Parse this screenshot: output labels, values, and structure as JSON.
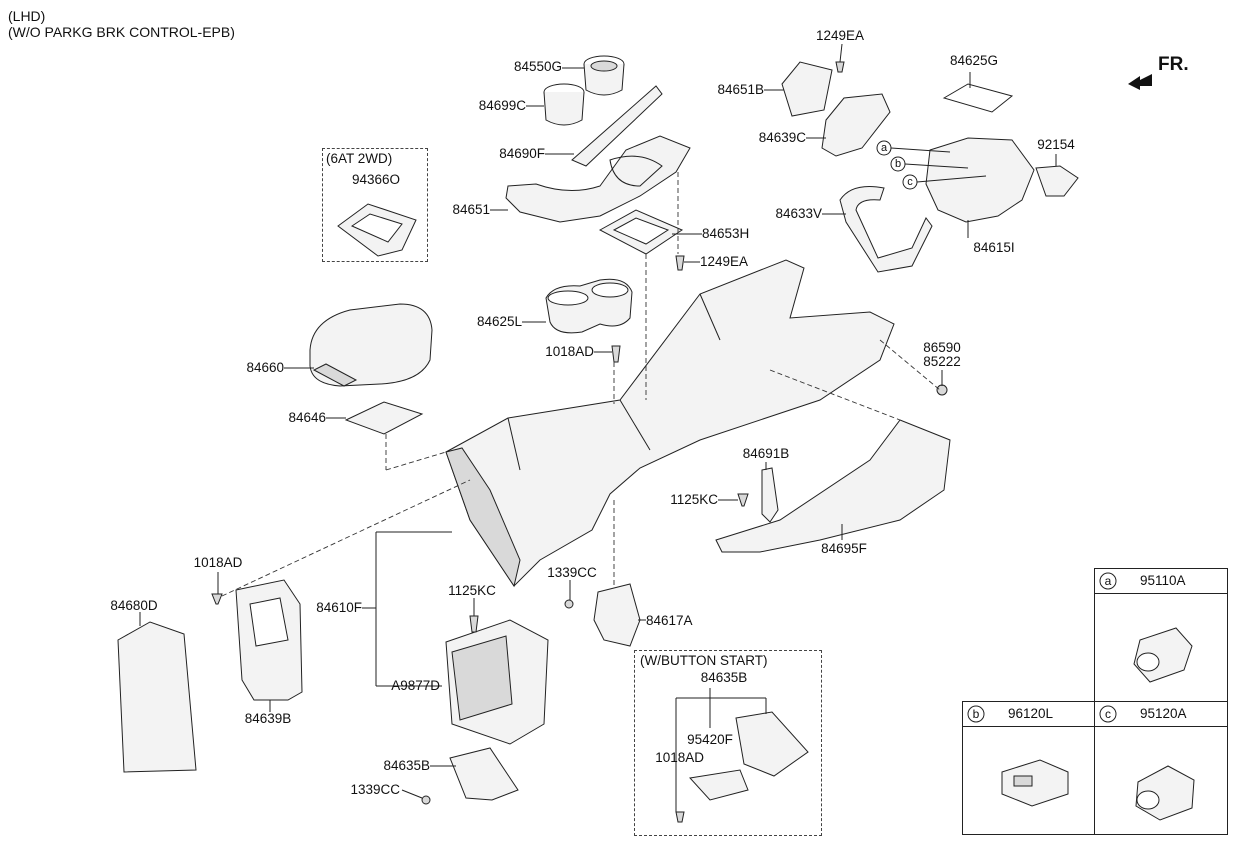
{
  "header": {
    "line1": "(LHD)",
    "line2": "(W/O PARKG BRK CONTROL-EPB)"
  },
  "front_label": "FR.",
  "groups": {
    "at2wd": "(6AT 2WD)",
    "button_start": "(W/BUTTON START)"
  },
  "parts": {
    "p84550G": "84550G",
    "p84699C": "84699C",
    "p84690F": "84690F",
    "p84651": "84651",
    "p84653H": "84653H",
    "p1249EA_a": "1249EA",
    "p1249EA_b": "1249EA",
    "p84651B": "84651B",
    "p84639C": "84639C",
    "p84625G": "84625G",
    "p92154": "92154",
    "p84633V": "84633V",
    "p84615I": "84615I",
    "p94366O": "94366O",
    "p84625L": "84625L",
    "p1018AD_a": "1018AD",
    "p84660": "84660",
    "p84646": "84646",
    "p86590": "86590",
    "p85222": "85222",
    "p84691B": "84691B",
    "p1125KC_a": "1125KC",
    "p84695F": "84695F",
    "p1018AD_b": "1018AD",
    "p84680D": "84680D",
    "p84610F": "84610F",
    "p84639B": "84639B",
    "p1125KC_b": "1125KC",
    "pA9877D": "A9877D",
    "p1339CC_a": "1339CC",
    "p84617A": "84617A",
    "p84635B_a": "84635B",
    "p1339CC_b": "1339CC",
    "p84635B_b": "84635B",
    "p95420F": "95420F",
    "p1018AD_c": "1018AD"
  },
  "callouts": {
    "a": "a",
    "b": "b",
    "c": "c"
  },
  "legend": {
    "a_letter": "a",
    "a_part": "95110A",
    "b_letter": "b",
    "b_part": "96120L",
    "c_letter": "c",
    "c_part": "95120A"
  }
}
